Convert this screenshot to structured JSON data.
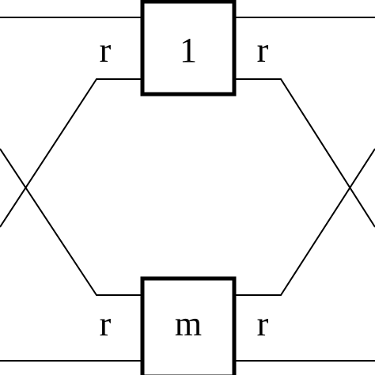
{
  "diagram": {
    "nodes": [
      {
        "id": "top",
        "label": "1"
      },
      {
        "id": "bottom",
        "label": "m"
      }
    ],
    "port_labels": {
      "top_left": "r",
      "top_right": "r",
      "bottom_left": "r",
      "bottom_right": "r"
    },
    "colors": {
      "stroke": "#000000",
      "background": "#ffffff"
    }
  }
}
